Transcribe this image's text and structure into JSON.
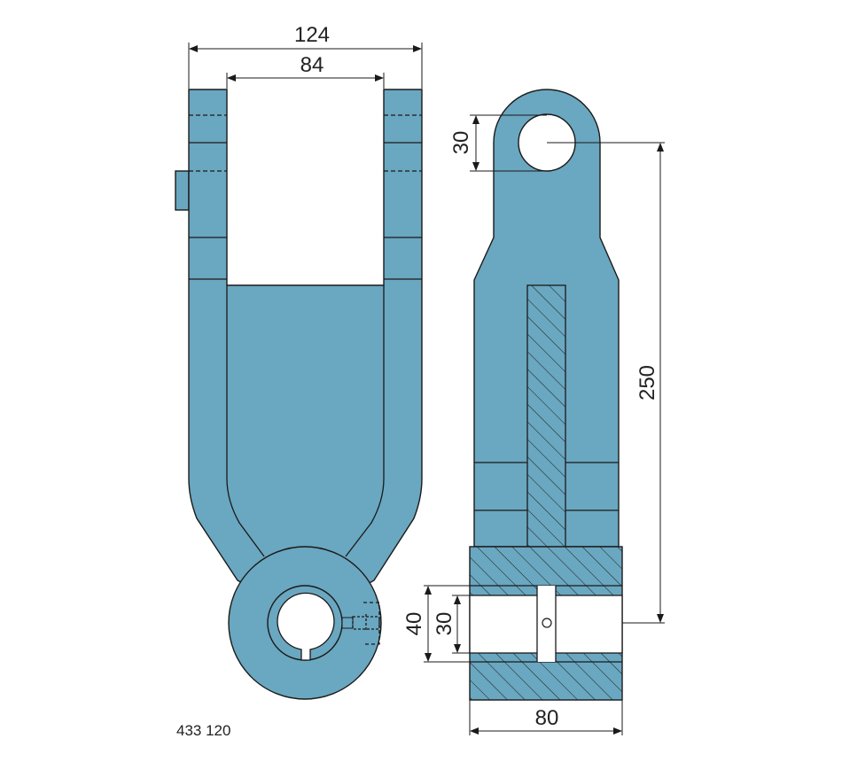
{
  "drawing": {
    "part_number": "433 120",
    "fill_color": "#6aa7c0",
    "dimensions": {
      "overall_width": "124",
      "inner_width": "84",
      "eye_hole_diameter": "30",
      "length": "250",
      "hub_outer_bore": "40",
      "hub_bore": "30",
      "hub_width": "80"
    }
  }
}
